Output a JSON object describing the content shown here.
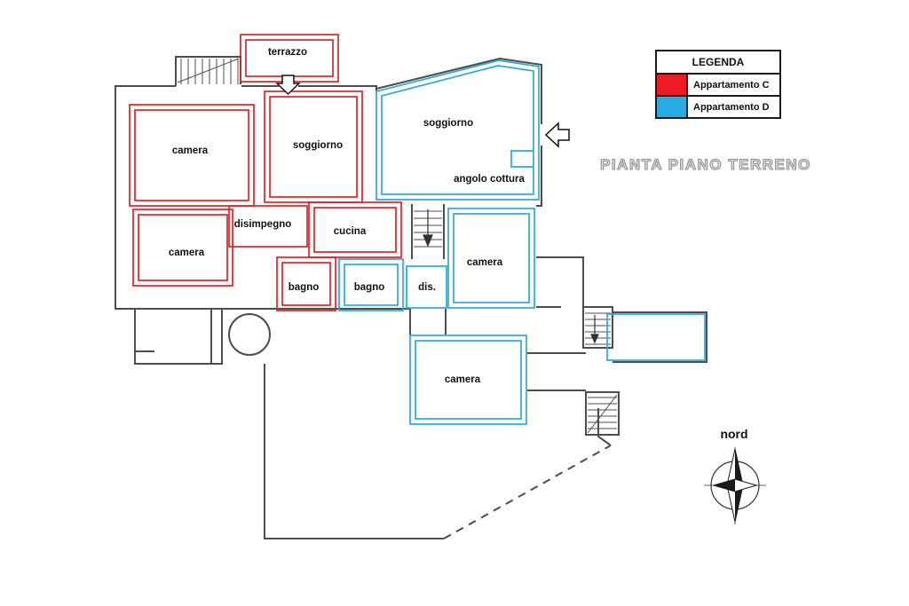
{
  "title": "PIANTA PIANO TERRENO",
  "legend": {
    "title": "LEGENDA",
    "items": [
      {
        "label": "Appartamento C",
        "color": "#ed1c24"
      },
      {
        "label": "Appartamento D",
        "color": "#29abe2"
      }
    ]
  },
  "compass": {
    "label": "nord"
  },
  "rooms": {
    "terrazzo": "terrazzo",
    "camera_c1": "camera",
    "soggiorno_c": "soggiorno",
    "soggiorno_d": "soggiorno",
    "angolo_cottura": "angolo cottura",
    "disimpegno": "disimpegno",
    "cucina": "cucina",
    "camera_c2": "camera",
    "bagno_c": "bagno",
    "bagno_d": "bagno",
    "dis_d": "dis.",
    "camera_d1": "camera",
    "camera_d2": "camera"
  },
  "colors": {
    "apartment_c": "#ed1c24",
    "apartment_d": "#29abe2",
    "walls": "#4d4d4d"
  }
}
